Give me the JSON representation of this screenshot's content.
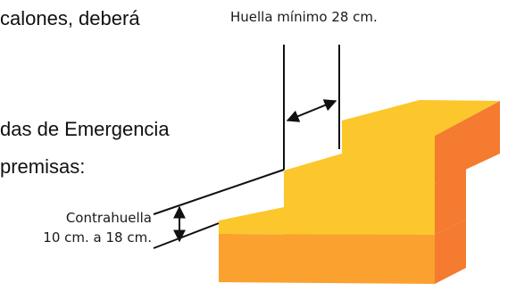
{
  "body_text": {
    "line1": "calones, deberá",
    "line2": "das de Emergencia",
    "line3": "premisas:"
  },
  "diagram": {
    "huella_label": "Huella mínimo 28 cm.",
    "contrahuella_label": "Contrahuella",
    "contrahuella_range": "10 cm. a 18 cm."
  },
  "colors": {
    "step_top": "#FCC72C",
    "step_front": "#FBA130",
    "step_side": "#F47B30",
    "line": "#111111"
  }
}
